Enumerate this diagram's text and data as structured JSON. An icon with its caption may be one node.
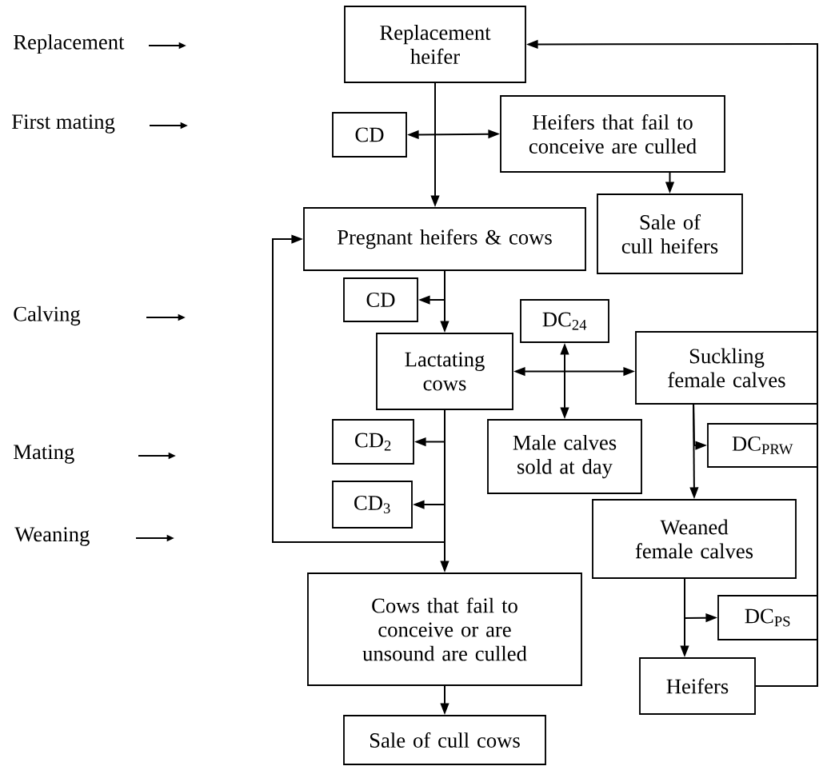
{
  "diagram": {
    "nodes": [
      {
        "text": [
          "Replacement heifer"
        ]
      },
      {
        "text": [
          "CD"
        ]
      },
      {
        "text": [
          "Heifers that fail to conceive are culled"
        ]
      },
      {
        "text": [
          "Sale of cull heifers"
        ]
      },
      {
        "text": [
          "Pregnant heifers & cows"
        ]
      },
      {
        "text": [
          "CD"
        ]
      },
      {
        "text": [
          "Lactating cows"
        ]
      },
      {
        "text": [
          "DC$_{24}$"
        ]
      },
      {
        "text": [
          "Suckling female calves"
        ]
      },
      {
        "text": [
          "Male calves sold at day"
        ]
      },
      {
        "text": [
          "CD$_{2}$"
        ]
      },
      {
        "text": [
          "CD$_{3}$"
        ]
      },
      {
        "text": [
          "DC$_{PRW}$"
        ]
      },
      {
        "text": [
          "Weaned female calves"
        ]
      },
      {
        "text": [
          "Cows that fail to conceive or are unsound are culled"
        ]
      },
      {
        "text": [
          "DC$_{PS}$"
        ]
      },
      {
        "text": [
          "Heifers"
        ]
      },
      {
        "text": [
          "Sale of cull cows"
        ]
      }
    ],
    "edges": [
      {
        "from": 0,
        "to": 4,
        "arrow": "to"
      },
      {
        "from": 1,
        "to": 2,
        "arrow": "both"
      },
      {
        "from": 2,
        "to": 3,
        "arrow": "to"
      },
      {
        "from": 4,
        "to": 6,
        "arrow": "to"
      },
      {
        "from": 4,
        "to": 5,
        "arrow": "to"
      },
      {
        "from": 6,
        "to": 8,
        "arrow": "both"
      },
      {
        "from": 7,
        "to": 9,
        "arrow": "both"
      },
      {
        "from": 6,
        "to": 10,
        "arrow": "to"
      },
      {
        "from": 6,
        "to": 11,
        "arrow": "to"
      },
      {
        "from": 6,
        "to": 4,
        "arrow": "to"
      },
      {
        "from": 6,
        "to": 14,
        "arrow": "to"
      },
      {
        "from": 14,
        "to": 17,
        "arrow": "to"
      },
      {
        "from": 8,
        "to": 12,
        "arrow": "to"
      },
      {
        "from": 8,
        "to": 13,
        "arrow": "to"
      },
      {
        "from": 13,
        "to": 15,
        "arrow": "to"
      },
      {
        "from": 13,
        "to": 16,
        "arrow": "to"
      },
      {
        "from": 16,
        "to": 0,
        "arrow": "to"
      }
    ],
    "labels": [
      "Replacement",
      "First mating",
      "Calving",
      "Mating",
      "Weaning"
    ]
  }
}
